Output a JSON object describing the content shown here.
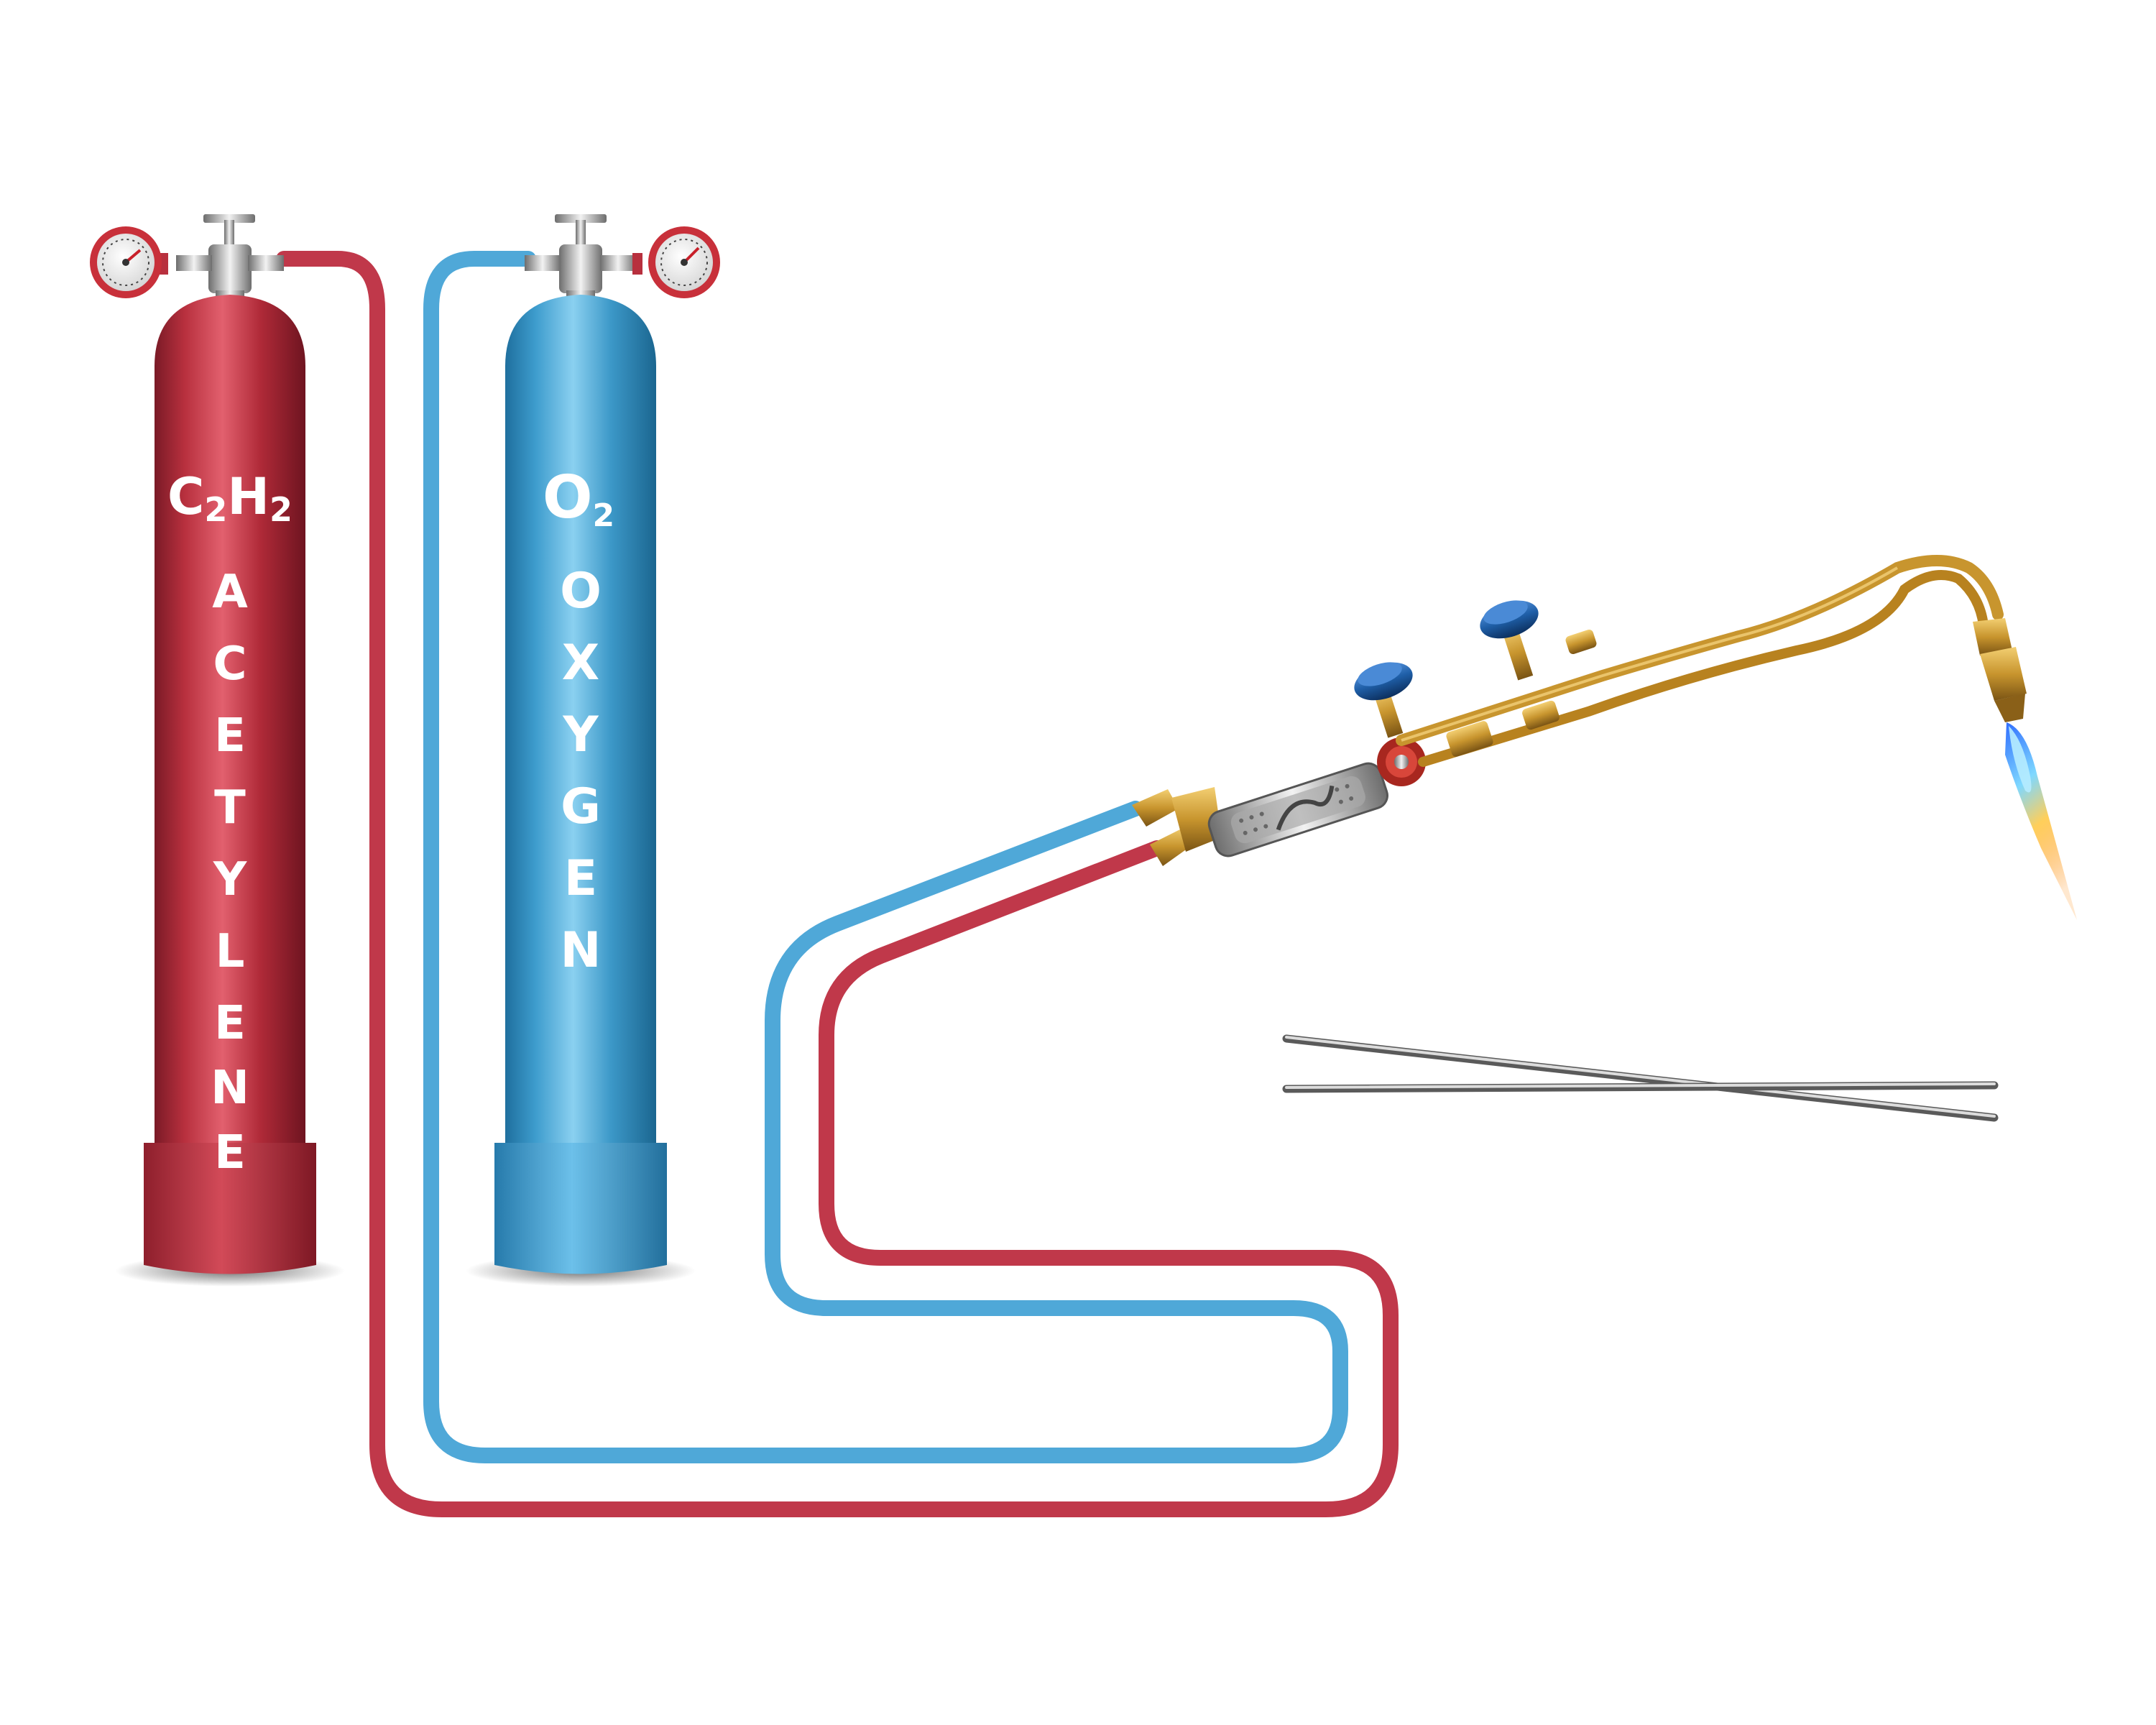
{
  "acetylene_cylinder": {
    "formula_main": "C",
    "formula_sub1": "2",
    "formula_mid": "H",
    "formula_sub2": "2",
    "name_letters": [
      "A",
      "C",
      "E",
      "T",
      "Y",
      "L",
      "E",
      "N",
      "E"
    ],
    "color": "#b8303e"
  },
  "oxygen_cylinder": {
    "formula_main": "O",
    "formula_sub": "2",
    "name_letters": [
      "O",
      "X",
      "Y",
      "G",
      "E",
      "N"
    ],
    "color": "#4aa5d6"
  },
  "colors": {
    "acetylene_hose": "#c0384a",
    "oxygen_hose": "#4fa8d8",
    "brass": "#c8952e",
    "knob_blue": "#1f5fa8",
    "flame_inner": "#5fd0ff",
    "flame_outer": "#ffa81f"
  },
  "icons": [
    "pressure-gauge-icon",
    "valve-handle-icon",
    "torch-knob-icon",
    "flame-icon"
  ]
}
